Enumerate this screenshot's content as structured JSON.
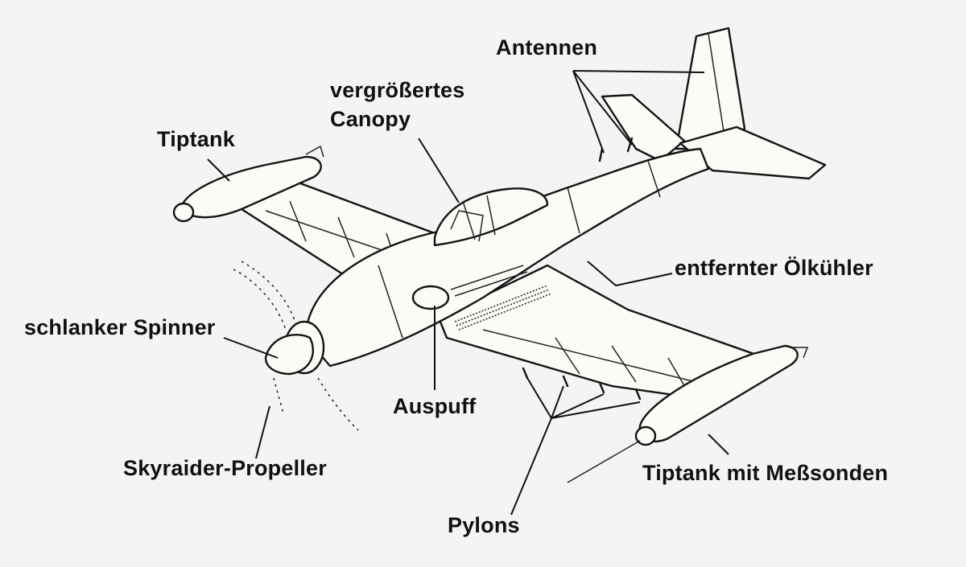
{
  "diagram": {
    "labels": {
      "antennen": "Antennen",
      "canopy_line1": "vergrößertes",
      "canopy_line2": "Canopy",
      "tiptank_left": "Tiptank",
      "oelkuehler": "entfernter Ölkühler",
      "spinner": "schlanker Spinner",
      "auspuff": "Auspuff",
      "propeller": "Skyraider-Propeller",
      "tiptank_right": "Tiptank mit Meßsonden",
      "pylons": "Pylons"
    },
    "ink_color": "#141414",
    "paper_color": "#f4f4f2"
  }
}
